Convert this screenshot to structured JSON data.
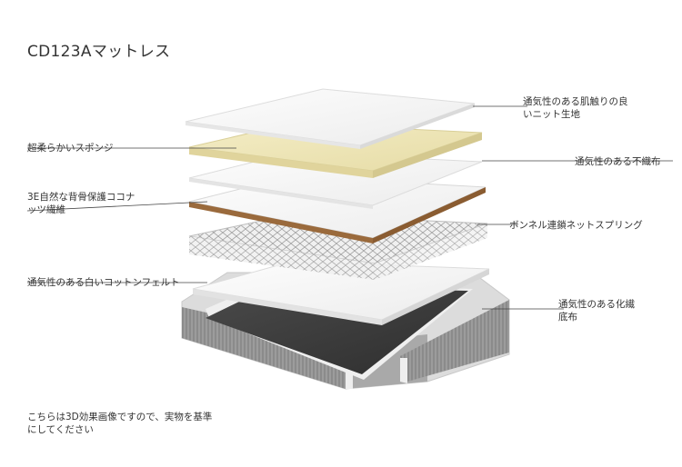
{
  "title": "CD123Aマットレス",
  "labels": {
    "knit": [
      "通気性のある肌触りの良",
      "いニット生地"
    ],
    "sponge": "超柔らかいスポンジ",
    "nonwoven": "通気性のある不織布",
    "coconut": [
      "3E自然な背骨保護ココナ",
      "ッツ繊維"
    ],
    "bonnell": "ボンネル連鎖ネットスプリング",
    "felt": "通気性のある白いコットンフェルト",
    "bottom": [
      "通気性のある化繊",
      "底布"
    ]
  },
  "note": [
    "こちらは3D効果画像ですので、実物を基準",
    "にしてください"
  ],
  "colors": {
    "layer_white": "#f7f7f7",
    "sponge": "#efe6b5",
    "coconut_edge": "#9a6a3c",
    "base_dark": "#3c3c3c",
    "frame": "#8a8a8a"
  }
}
